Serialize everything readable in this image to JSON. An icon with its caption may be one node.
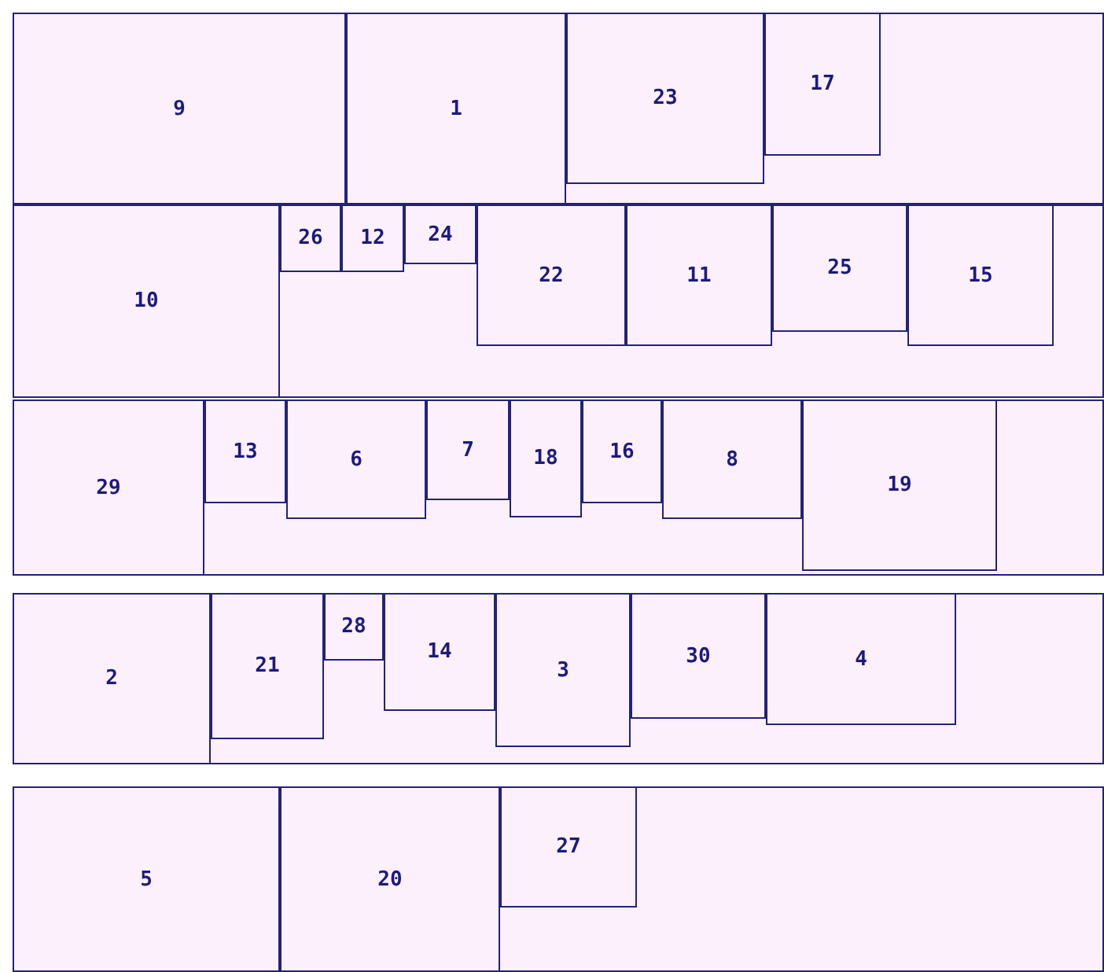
{
  "diagram": {
    "nodes": [
      {
        "text": [],
        "shape": "box"
      },
      {
        "text": [
          "9"
        ],
        "in": 0
      },
      {
        "text": [
          "1"
        ],
        "in": 0
      },
      {
        "text": [
          "23"
        ],
        "in": 0
      },
      {
        "text": [
          "17"
        ],
        "in": 0
      },
      {
        "text": [],
        "shape": "box"
      },
      {
        "text": [
          "10"
        ],
        "in": 5
      },
      {
        "text": [
          "26"
        ],
        "in": 5
      },
      {
        "text": [
          "12"
        ],
        "in": 5
      },
      {
        "text": [
          "24"
        ],
        "in": 5
      },
      {
        "text": [
          "22"
        ],
        "in": 5
      },
      {
        "text": [
          "11"
        ],
        "in": 5
      },
      {
        "text": [
          "25"
        ],
        "in": 5
      },
      {
        "text": [
          "15"
        ],
        "in": 5
      },
      {
        "text": [],
        "shape": "box"
      },
      {
        "text": [
          "29"
        ],
        "in": 14
      },
      {
        "text": [
          "13"
        ],
        "in": 14
      },
      {
        "text": [
          "6"
        ],
        "in": 14
      },
      {
        "text": [
          "7"
        ],
        "in": 14
      },
      {
        "text": [
          "18"
        ],
        "in": 14
      },
      {
        "text": [
          "16"
        ],
        "in": 14
      },
      {
        "text": [
          "8"
        ],
        "in": 14
      },
      {
        "text": [
          "19"
        ],
        "in": 14
      },
      {
        "text": [],
        "shape": "box"
      },
      {
        "text": [
          "2"
        ],
        "in": 23
      },
      {
        "text": [
          "21"
        ],
        "in": 23
      },
      {
        "text": [
          "28"
        ],
        "in": 23
      },
      {
        "text": [
          "14"
        ],
        "in": 23
      },
      {
        "text": [
          "3"
        ],
        "in": 23
      },
      {
        "text": [
          "30"
        ],
        "in": 23
      },
      {
        "text": [
          "4"
        ],
        "in": 23
      },
      {
        "text": [],
        "shape": "box"
      },
      {
        "text": [
          "5"
        ],
        "in": 31
      },
      {
        "text": [
          "20"
        ],
        "in": 31
      },
      {
        "text": [
          "27"
        ],
        "in": 31
      }
    ]
  }
}
